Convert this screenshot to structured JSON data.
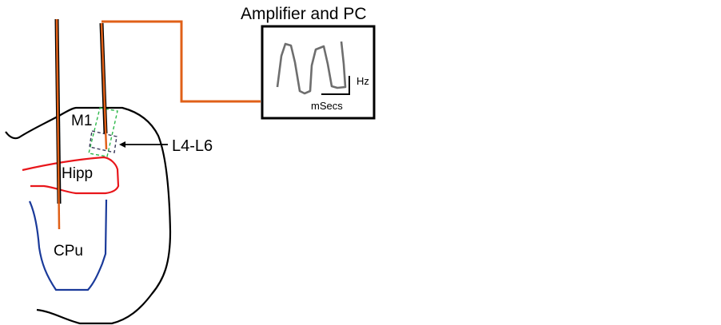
{
  "labels": {
    "amplifier_title": "Amplifier and PC",
    "y_scale": "Hz",
    "x_scale": "mSecs",
    "m1": "M1",
    "layers": "L4-L6",
    "hippocampus": "Hipp",
    "caudate_putamen": "CPu"
  },
  "colors": {
    "electrode_core": "#e06018",
    "electrode_shaft": "#000000",
    "hippocampus_outline": "#e8161b",
    "cpu_outline": "#1a3a9a",
    "m1_region": "#2db84a",
    "layer_region": "#3a3a5a",
    "trace": "#6e6e6e"
  }
}
